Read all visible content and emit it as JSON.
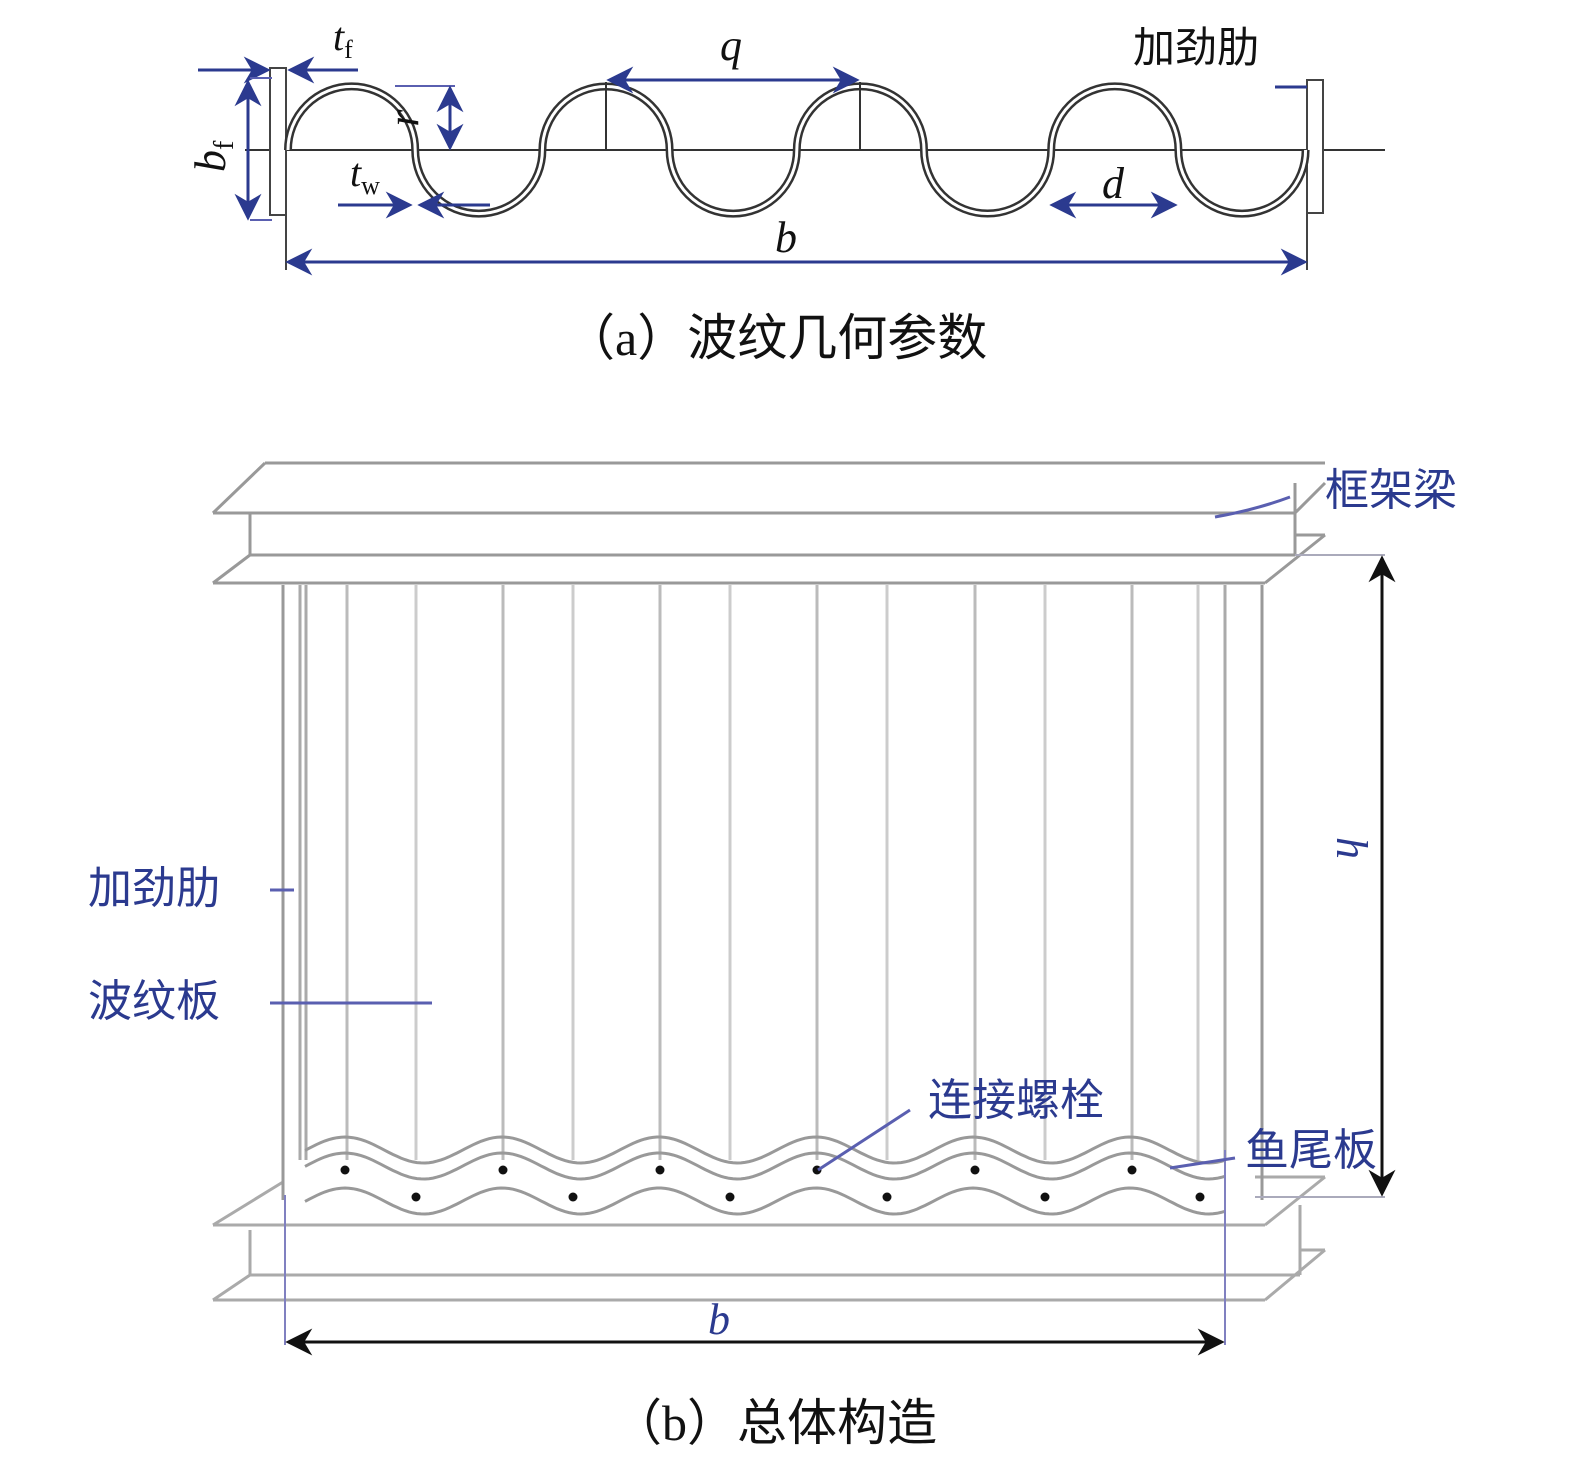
{
  "panel_a": {
    "caption": "（a）波纹几何参数",
    "labels": {
      "tf": "t",
      "tf_sub": "f",
      "bf": "b",
      "bf_sub": "f",
      "r": "r",
      "tw": "t",
      "tw_sub": "w",
      "q": "q",
      "d": "d",
      "b": "b",
      "stiffener": "加劲肋"
    }
  },
  "panel_b": {
    "caption": "（b）总体构造",
    "labels": {
      "frame_beam": "框架梁",
      "stiffener": "加劲肋",
      "corrugated_plate": "波纹板",
      "bolts": "连接螺栓",
      "fishplate": "鱼尾板",
      "h": "h",
      "b": "b"
    }
  },
  "colors": {
    "annotation": "#2b3a8f",
    "structure": "#999999",
    "outline": "#333333",
    "dimension": "#111111"
  }
}
